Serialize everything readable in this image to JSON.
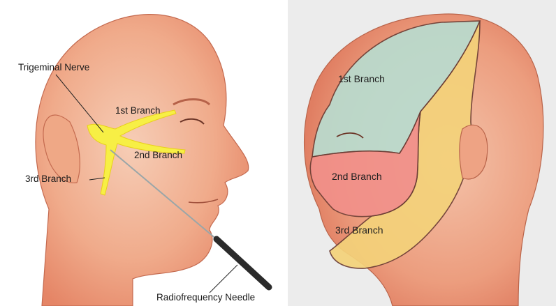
{
  "left_diagram": {
    "labels": {
      "trigeminal_nerve": "Trigeminal Nerve",
      "first_branch": "1st Branch",
      "second_branch": "2nd Branch",
      "third_branch": "3rd Branch",
      "needle": "Radiofrequency Needle"
    },
    "colors": {
      "skin": "#f2b79c",
      "nerve": "#f7ef45",
      "needle": "#2b2b2b",
      "background": "#ffffff"
    }
  },
  "right_diagram": {
    "labels": {
      "first_branch": "1st Branch",
      "second_branch": "2nd Branch",
      "third_branch": "3rd Branch"
    },
    "colors": {
      "zone_1": "#b9dccf",
      "zone_2": "#f2908a",
      "zone_3": "#f4d27a",
      "skin": "#f0b49a",
      "background": "#ececec"
    }
  }
}
